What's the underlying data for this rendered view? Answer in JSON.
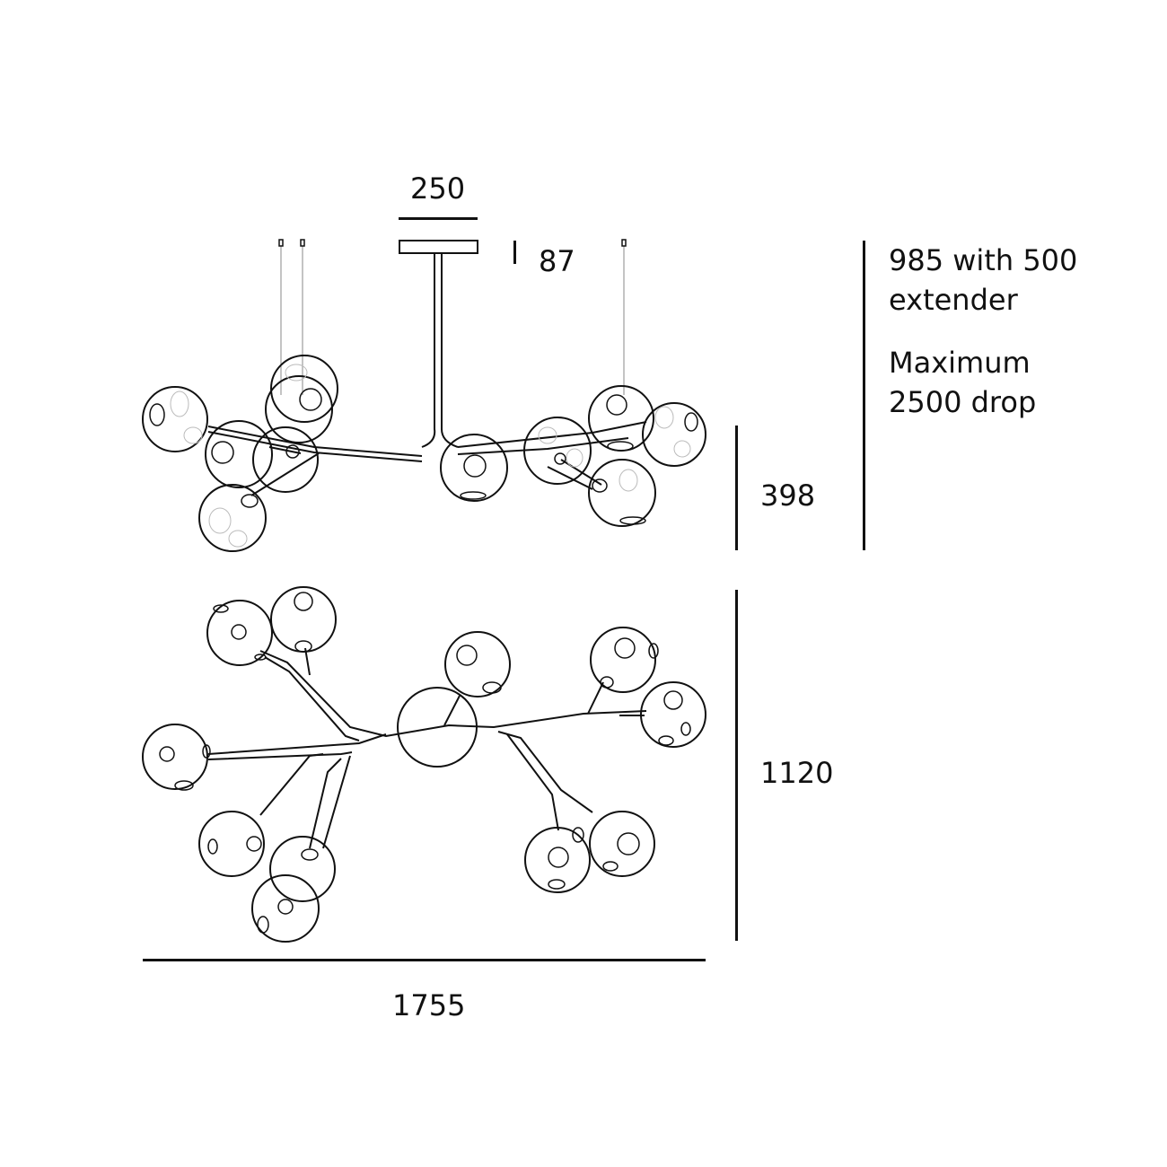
{
  "diagram": {
    "dimensions": {
      "canopy_width": "250",
      "canopy_height": "87",
      "side_height": "398",
      "plan_depth": "1120",
      "overall_width": "1755"
    },
    "notes": {
      "extender_line1": "985 with 500",
      "extender_line2": "extender",
      "drop_line1": "Maximum",
      "drop_line2": "2500 drop"
    },
    "colors": {
      "stroke": "#111111",
      "light_stroke": "#888888"
    }
  }
}
